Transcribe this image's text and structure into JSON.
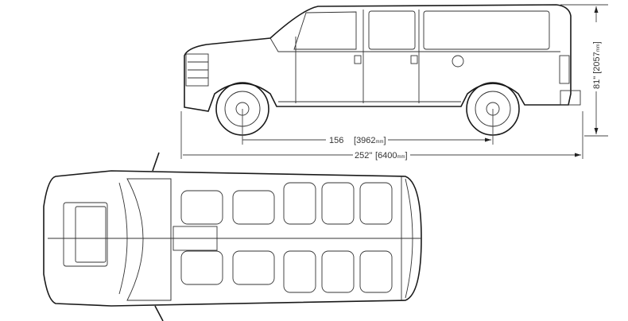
{
  "dimensions": {
    "wheelbase": {
      "inches": "156",
      "mm": "3962",
      "unit": "mm"
    },
    "length": {
      "inches": "252\"",
      "mm": "6400",
      "unit": "mm"
    },
    "height": {
      "inches": "81\"",
      "mm": "2057",
      "unit": "mm"
    }
  },
  "colors": {
    "line": "#1a1a1a",
    "background": "#ffffff"
  }
}
